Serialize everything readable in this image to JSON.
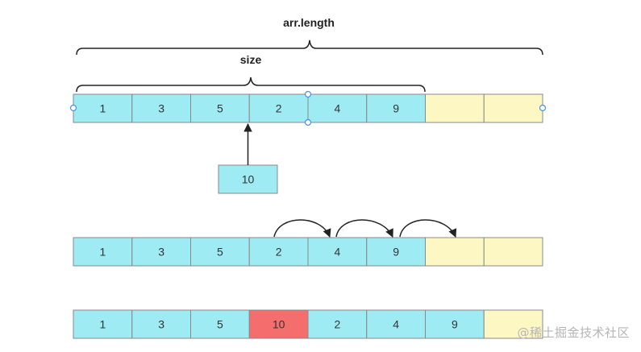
{
  "labels": {
    "length": "arr.length",
    "size": "size"
  },
  "rows": [
    {
      "cells": [
        "1",
        "3",
        "5",
        "2",
        "4",
        "9",
        "",
        ""
      ],
      "states": [
        "filled",
        "filled",
        "filled",
        "filled",
        "filled",
        "filled",
        "empty",
        "empty"
      ]
    },
    {
      "cells": [
        "1",
        "3",
        "5",
        "2",
        "4",
        "9",
        "",
        ""
      ],
      "states": [
        "filled",
        "filled",
        "filled",
        "filled",
        "filled",
        "filled",
        "empty",
        "empty"
      ]
    },
    {
      "cells": [
        "1",
        "3",
        "5",
        "10",
        "2",
        "4",
        "9",
        ""
      ],
      "states": [
        "filled",
        "filled",
        "filled",
        "inserted",
        "filled",
        "filled",
        "filled",
        "empty"
      ]
    }
  ],
  "insert_value": "10",
  "colors": {
    "filled": "#9eebf4",
    "empty": "#fdf7c4",
    "inserted": "#f56e6e",
    "stroke": "#888888",
    "arrow": "#222222",
    "handle": "#4a90e2"
  },
  "watermark": "@稀土掘金技术社区"
}
